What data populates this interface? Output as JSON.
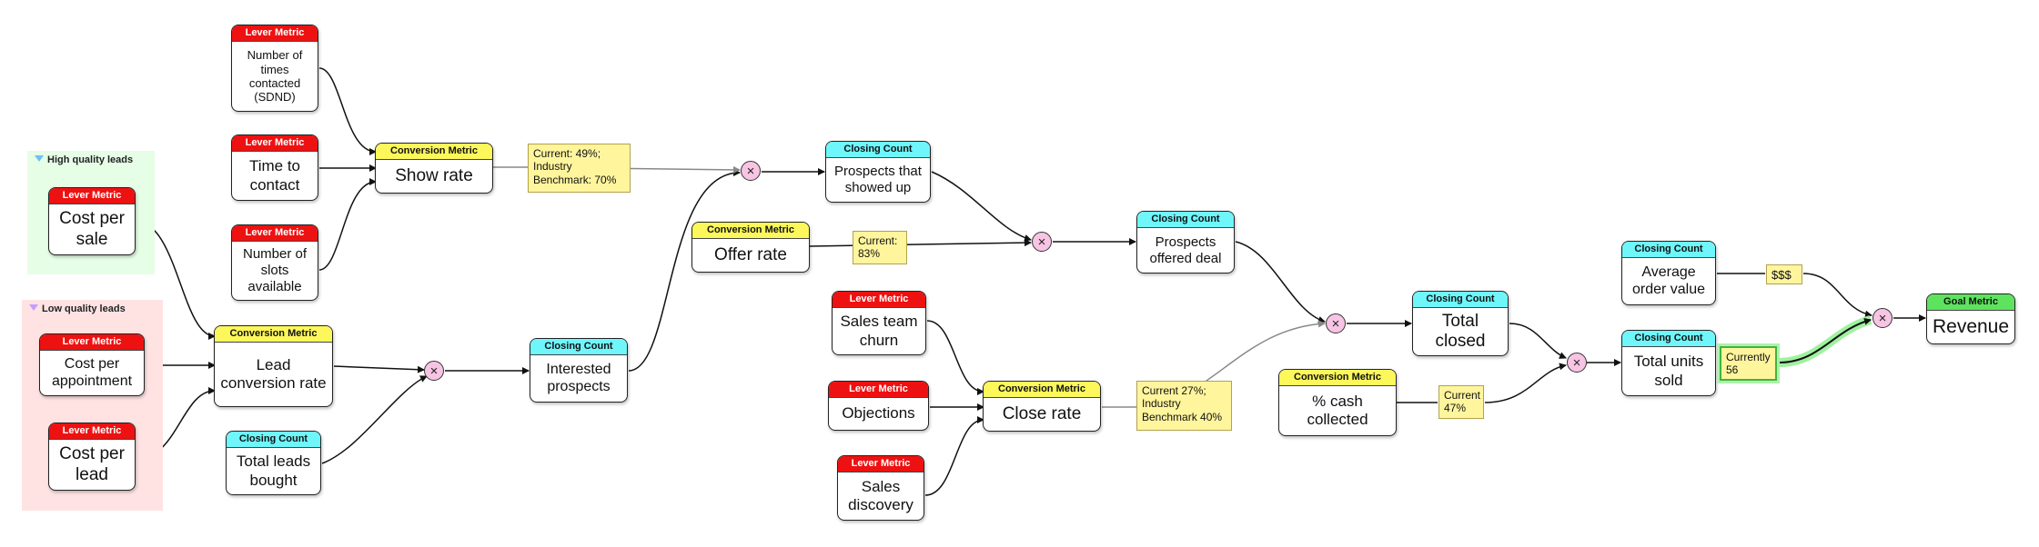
{
  "groups": {
    "high": "High quality leads",
    "low": "Low quality leads"
  },
  "nodes": {
    "n_contacted": {
      "type": "Lever Metric",
      "label": "Number of times contacted (SDND)"
    },
    "n_time": {
      "type": "Lever Metric",
      "label": "Time to contact"
    },
    "n_slots": {
      "type": "Lever Metric",
      "label": "Number of slots available"
    },
    "n_show": {
      "type": "Conversion Metric",
      "label": "Show rate"
    },
    "n_cps": {
      "type": "Lever Metric",
      "label": "Cost per sale"
    },
    "n_cpa": {
      "type": "Lever Metric",
      "label": "Cost per appointment"
    },
    "n_cpl": {
      "type": "Lever Metric",
      "label": "Cost per lead"
    },
    "n_lcr": {
      "type": "Conversion Metric",
      "label": "Lead conversion rate"
    },
    "n_tlb": {
      "type": "Closing Count",
      "label": "Total leads bought"
    },
    "n_ip": {
      "type": "Closing Count",
      "label": "Interested prospects"
    },
    "n_psu": {
      "type": "Closing Count",
      "label": "Prospects that showed up"
    },
    "n_offer": {
      "type": "Conversion Metric",
      "label": "Offer rate"
    },
    "n_pod": {
      "type": "Closing Count",
      "label": "Prospects offered deal"
    },
    "n_churn": {
      "type": "Lever Metric",
      "label": "Sales team churn"
    },
    "n_obj": {
      "type": "Lever Metric",
      "label": "Objections"
    },
    "n_disc": {
      "type": "Lever Metric",
      "label": "Sales discovery"
    },
    "n_close": {
      "type": "Conversion Metric",
      "label": "Close rate"
    },
    "n_cash": {
      "type": "Conversion Metric",
      "label": "% cash collected"
    },
    "n_closed": {
      "type": "Closing Count",
      "label": "Total closed"
    },
    "n_aov": {
      "type": "Closing Count",
      "label": "Average order value"
    },
    "n_units": {
      "type": "Closing Count",
      "label": "Total units sold"
    },
    "n_rev": {
      "type": "Goal Metric",
      "label": "Revenue"
    }
  },
  "notes": {
    "show": "Current: 49%; Industry Benchmark: 70%",
    "offer": "Current: 83%",
    "close": "Current 27%; Industry Benchmark 40%",
    "cash": "Current 47%",
    "aov": "$$$",
    "units": "Currently 56"
  },
  "multiply_symbol": "×",
  "colors": {
    "lever": "#ee1111",
    "conversion": "#fcf75a",
    "closing": "#6ef6fb",
    "goal": "#5ee35e",
    "note": "#fff59d",
    "multiply": "#f7c4e4",
    "highlight": "#3fb53f"
  }
}
